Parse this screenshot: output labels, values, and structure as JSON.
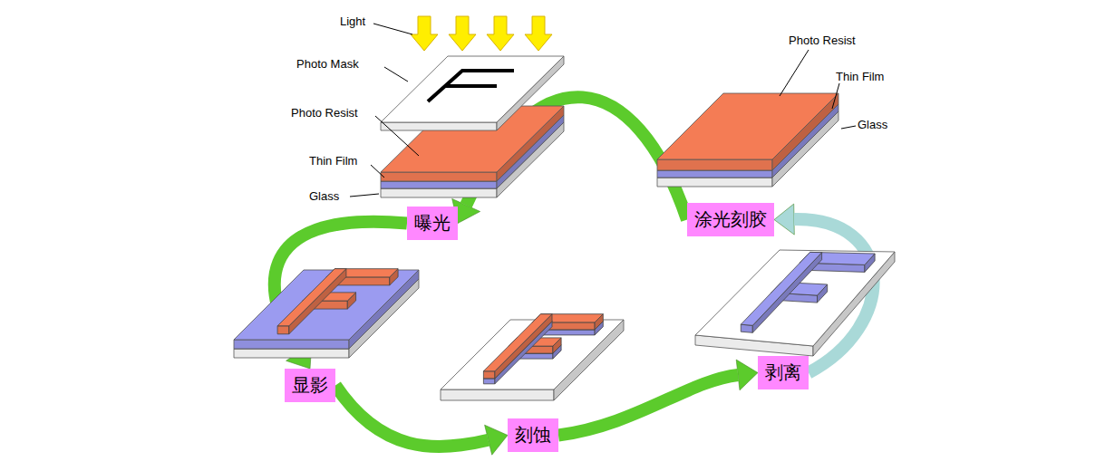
{
  "diagram": {
    "nodes": [
      {
        "text": [
          "曝光"
        ]
      },
      {
        "text": [
          "涂光刻胶"
        ]
      },
      {
        "text": [
          "显影"
        ]
      },
      {
        "text": [
          "刻蚀"
        ]
      },
      {
        "text": [
          "剥离"
        ]
      }
    ],
    "edges": [
      {
        "from": 1,
        "to": 0,
        "arrow": "to"
      },
      {
        "from": 0,
        "to": 2,
        "arrow": "to"
      },
      {
        "from": 2,
        "to": 3,
        "arrow": "to"
      },
      {
        "from": 3,
        "to": 4,
        "arrow": "to"
      },
      {
        "from": 4,
        "to": 1,
        "arrow": "to"
      }
    ],
    "labels": [
      "Light",
      "Photo Mask",
      "Photo Resist",
      "Thin Film",
      "Glass",
      "Photo Resist",
      "Thin Film",
      "Glass"
    ]
  }
}
